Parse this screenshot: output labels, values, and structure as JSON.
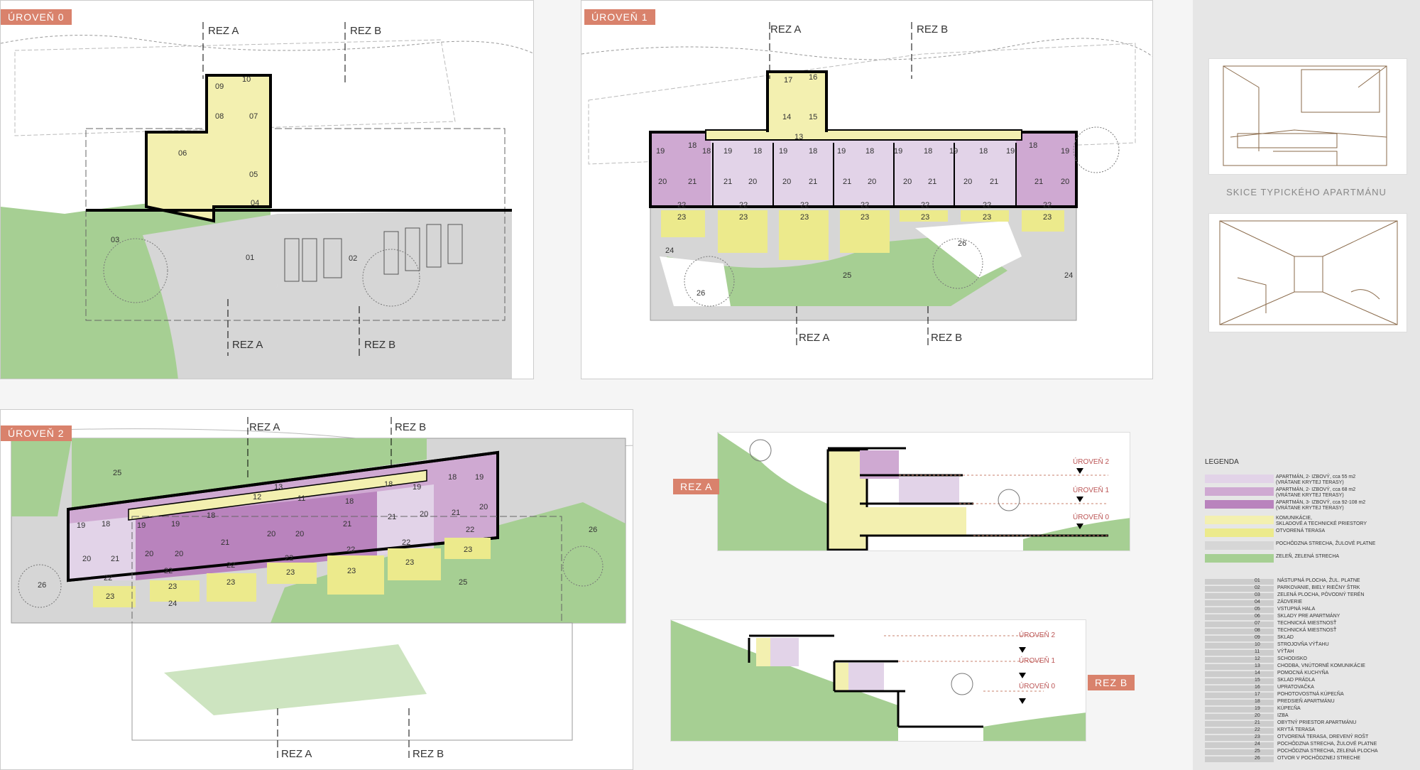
{
  "levels": {
    "l0": "ÚROVEŇ 0",
    "l1": "ÚROVEŇ 1",
    "l2": "ÚROVEŇ 2"
  },
  "sections": {
    "a": "REZ A",
    "b": "REZ B"
  },
  "section_level_labels": {
    "u2": "ÚROVEŇ 2",
    "u1": "ÚROVEŇ 1",
    "u0": "ÚROVEŇ 0"
  },
  "sketch_title": "SKICE TYPICKÉHO APARTMÁNU",
  "legend_title": "LEGENDA",
  "legend": [
    {
      "color": "#e2d3e8",
      "label": "APARTMÁN, 2- IZBOVÝ, cca 55 m2\n(VRÁTANE KRYTEJ TERASY)"
    },
    {
      "color": "#cfa9d2",
      "label": "APARTMÁN, 2- IZBOVÝ, cca 68 m2\n(VRÁTANE KRYTEJ TERASY)"
    },
    {
      "color": "#b983bd",
      "label": "APARTMÁN, 3- IZBOVÝ, cca 92-108 m2\n(VRÁTANE KRYTEJ TERASY)"
    },
    {
      "color": "#f3f0b0",
      "label": "KOMUNIKÁCIE,\nSKLADOVÉ A TECHNICKÉ PRIESTORY"
    },
    {
      "color": "#ecea8c",
      "label": "OTVORENÁ TERASA"
    },
    {
      "color": "#d6d6d6",
      "label": "POCHÔDZNA STRECHA, ŽULOVÉ PLATNE"
    },
    {
      "color": "#a6cf93",
      "label": "ZELEŇ, ZELENÁ STRECHA"
    }
  ],
  "rooms": [
    {
      "n": "01",
      "t": "NÁSTUPNÁ PLOCHA, ŽUL. PLATNE"
    },
    {
      "n": "02",
      "t": "PARKOVANIE, BIELY RIEČNY ŠTRK"
    },
    {
      "n": "03",
      "t": "ZELENÁ PLOCHA, PÔVODNÝ TERÉN"
    },
    {
      "n": "04",
      "t": "ZÁDVERIE"
    },
    {
      "n": "05",
      "t": "VSTUPNÁ HALA"
    },
    {
      "n": "06",
      "t": "SKLADY PRE APARTMÁNY"
    },
    {
      "n": "07",
      "t": "TECHNICKÁ MIESTNOSŤ"
    },
    {
      "n": "08",
      "t": "TECHNICKÁ MIESTNOSŤ"
    },
    {
      "n": "09",
      "t": "SKLAD"
    },
    {
      "n": "10",
      "t": "STROJOVŇA VÝŤAHU"
    },
    {
      "n": "11",
      "t": "VÝŤAH"
    },
    {
      "n": "12",
      "t": "SCHODISKO"
    },
    {
      "n": "13",
      "t": "CHODBA, VNÚTORNÉ KOMUNIKÁCIE"
    },
    {
      "n": "14",
      "t": "POMOCNÁ KUCHYŇA"
    },
    {
      "n": "15",
      "t": "SKLAD PRÁDLA"
    },
    {
      "n": "16",
      "t": "UPRATOVAČKA"
    },
    {
      "n": "17",
      "t": "POHOTOVOSTNÁ KÚPEĽŇA"
    },
    {
      "n": "18",
      "t": "PREDSIEŇ APARTMÁNU"
    },
    {
      "n": "19",
      "t": "KÚPEĽŇA"
    },
    {
      "n": "20",
      "t": "IZBA"
    },
    {
      "n": "21",
      "t": "OBYTNÝ PRIESTOR APARTMÁNU"
    },
    {
      "n": "22",
      "t": "KRYTÁ TERASA"
    },
    {
      "n": "23",
      "t": "OTVORENÁ TERASA, DREVENÝ ROŠT"
    },
    {
      "n": "24",
      "t": "POCHÔDZNA STRECHA, ŽULOVÉ PLATNE"
    },
    {
      "n": "25",
      "t": "POCHÔDZNA STRECHA, ZELENÁ PLOCHA"
    },
    {
      "n": "26",
      "t": "OTVOR V POCHÔDZNEJ STRECHE"
    }
  ]
}
